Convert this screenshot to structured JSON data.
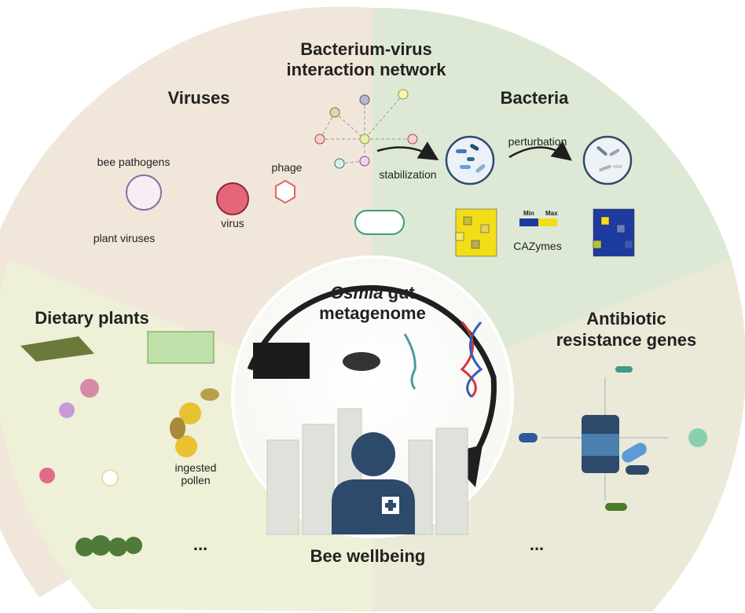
{
  "sections": {
    "interaction_network": {
      "title_line1": "Bacterium-virus",
      "title_line2": "interaction network",
      "arrow_label": "stabilization"
    },
    "viruses": {
      "title": "Viruses",
      "bee_pathogens": "bee pathogens",
      "plant_viruses": "plant viruses",
      "virus": "virus",
      "phage": "phage"
    },
    "bacteria": {
      "title": "Bacteria",
      "perturbation": "perturbation",
      "cazymes": "CAZymes",
      "scale_min": "Min",
      "scale_max": "Max"
    },
    "center": {
      "title_italic": "Osmia",
      "title_rest": " gut",
      "title_line2": "metagenome"
    },
    "dietary_plants": {
      "title": "Dietary plants",
      "ingested_line1": "ingested",
      "ingested_line2": "pollen",
      "ellipsis": "..."
    },
    "antibiotic": {
      "title_line1": "Antibiotic",
      "title_line2": "resistance genes",
      "ellipsis": "..."
    },
    "wellbeing": {
      "title": "Bee wellbeing"
    }
  },
  "colors": {
    "viruses_sector": "#f1e6da",
    "bacteria_sector": "#dde9d4",
    "plants_sector": "#eef0d8",
    "antibiotic_sector": "#ebe9d7",
    "outer_ring": "#e6e2cf",
    "dark_arrow": "#1f1f1f",
    "accent_blue": "#2e4a6b",
    "heat_yellow": "#f2de18",
    "heat_blue": "#1d3a9e"
  }
}
